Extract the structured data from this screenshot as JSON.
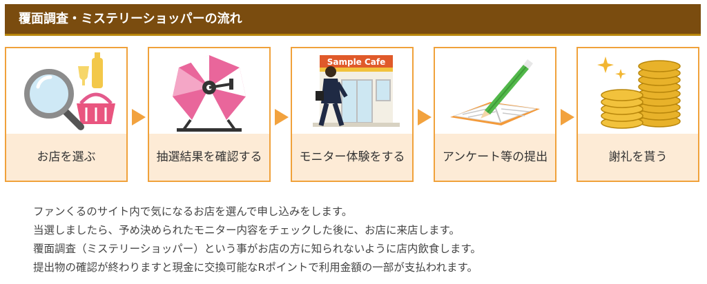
{
  "header": {
    "title": "覆面調査・ミステリーショッパーの流れ"
  },
  "steps": [
    {
      "label": "お店を選ぶ",
      "icon": "magnifier-basket-icon"
    },
    {
      "label": "抽選結果を確認する",
      "icon": "lottery-wheel-icon"
    },
    {
      "label": "モニター体験をする",
      "icon": "cafe-visit-icon",
      "sign": "Sample Cafe"
    },
    {
      "label": "アンケート等の提出",
      "icon": "pencil-notebook-icon"
    },
    {
      "label": "謝礼を貰う",
      "icon": "gold-coins-icon"
    }
  ],
  "description": [
    "ファンくるのサイト内で気になるお店を選んで申し込みをします。",
    "当選しましたら、予め決められたモニター内容をチェックした後に、お店に来店します。",
    "覆面調査（ミステリーショッパー）という事がお店の方に知られないように店内飲食します。",
    "提出物の確認が終わりますと現金に交換可能なRポイントで利用金額の一部が支払われます。"
  ],
  "colors": {
    "header": "#7a4c0f",
    "accent": "#f0a13a",
    "label_bg": "#fdebd6"
  }
}
